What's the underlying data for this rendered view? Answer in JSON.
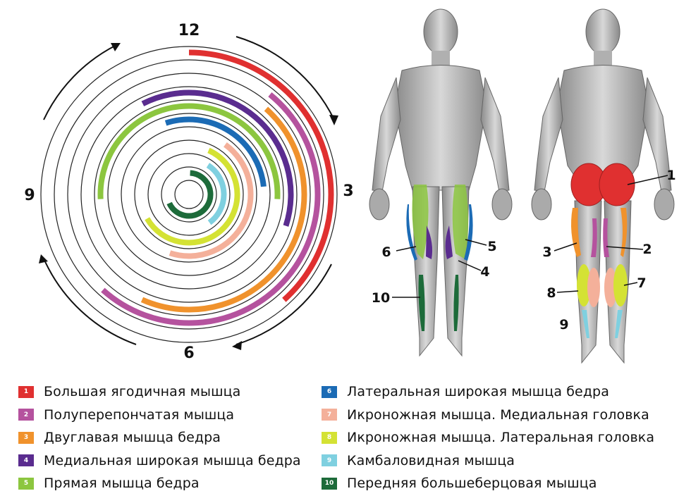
{
  "clock": {
    "labels": {
      "top": "12",
      "right": "3",
      "bottom": "6",
      "left": "9"
    },
    "rings": 11,
    "arcs": [
      {
        "id": 1,
        "ring": 11,
        "start_h": 0.0,
        "end_h": 4.6,
        "color": "#e03030"
      },
      {
        "id": 2,
        "ring": 10,
        "start_h": 1.3,
        "end_h": 7.4,
        "color": "#b5529e"
      },
      {
        "id": 3,
        "ring": 9,
        "start_h": 1.4,
        "end_h": 6.8,
        "color": "#f0922c"
      },
      {
        "id": 4,
        "ring": 8,
        "start_h": 11.1,
        "end_h": 3.6,
        "color": "#5a2c8f"
      },
      {
        "id": 5,
        "ring": 7,
        "start_h": 8.9,
        "end_h": 3.1,
        "color": "#8cc63f"
      },
      {
        "id": 6,
        "ring": 6,
        "start_h": 11.4,
        "end_h": 2.8,
        "color": "#1b6bb5"
      },
      {
        "id": 7,
        "ring": 5,
        "start_h": 1.2,
        "end_h": 6.6,
        "color": "#f4b09a"
      },
      {
        "id": 8,
        "ring": 4,
        "start_h": 0.8,
        "end_h": 8.0,
        "color": "#d4e234"
      },
      {
        "id": 9,
        "ring": 3,
        "start_h": 1.1,
        "end_h": 4.8,
        "color": "#7fd0e0"
      },
      {
        "id": 10,
        "ring": 2,
        "start_h": 0.1,
        "end_h": 8.2,
        "color": "#1d6b3a"
      }
    ]
  },
  "anatomy": {
    "front_labels": [
      "6",
      "5",
      "4",
      "10"
    ],
    "back_labels": [
      "1",
      "3",
      "2",
      "8",
      "7",
      "9"
    ]
  },
  "legend": {
    "left": [
      {
        "num": "1",
        "label": "Большая ягодичная мышца",
        "color": "#e03030"
      },
      {
        "num": "2",
        "label": "Полуперепончатая мышца",
        "color": "#b5529e"
      },
      {
        "num": "3",
        "label": "Двуглавая мышца бедра",
        "color": "#f0922c"
      },
      {
        "num": "4",
        "label": "Медиальная широкая мышца бедра",
        "color": "#5a2c8f"
      },
      {
        "num": "5",
        "label": "Прямая мышца бедра",
        "color": "#8cc63f"
      }
    ],
    "right": [
      {
        "num": "6",
        "label": "Латеральная широкая мышца бедра",
        "color": "#1b6bb5"
      },
      {
        "num": "7",
        "label": "Икроножная мышца. Медиальная головка",
        "color": "#f4b09a"
      },
      {
        "num": "8",
        "label": "Икроножная мышца. Латеральная головка",
        "color": "#d4e234"
      },
      {
        "num": "9",
        "label": "Камбаловидная мышца",
        "color": "#7fd0e0"
      },
      {
        "num": "10",
        "label": "Передняя большеберцовая мышца",
        "color": "#1d6b3a"
      }
    ]
  }
}
